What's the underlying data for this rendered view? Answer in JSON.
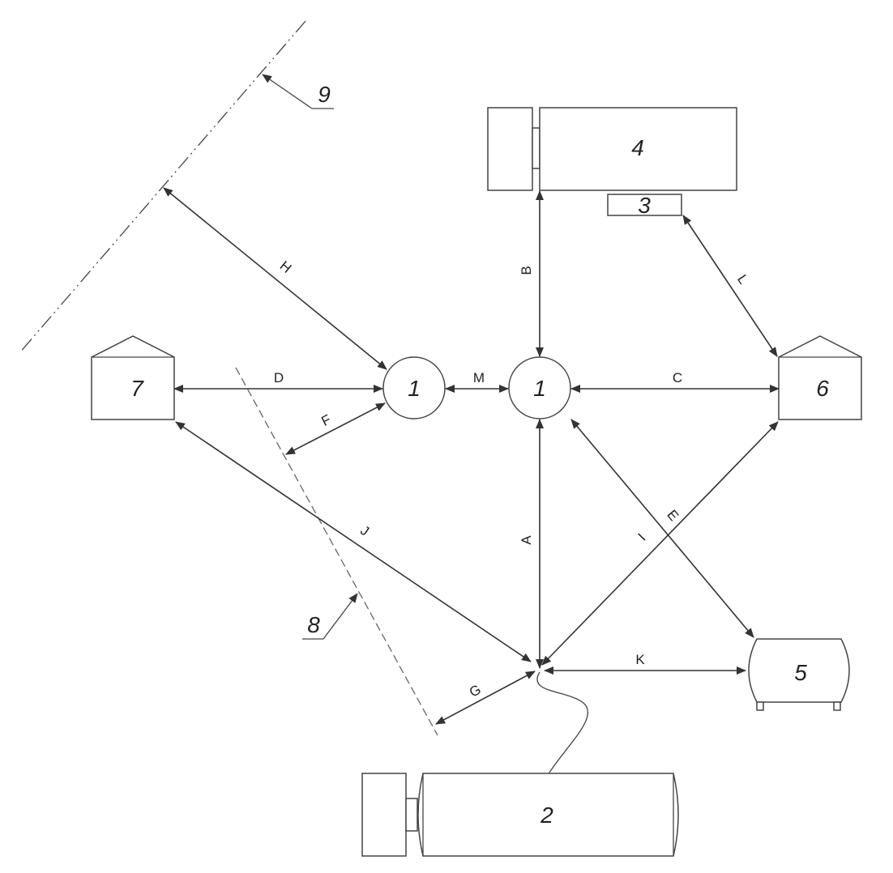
{
  "colors": {
    "line": "#333333",
    "stroke": "#444444",
    "text": "#222222",
    "background": "#ffffff"
  },
  "nodes": {
    "circle_left": "1",
    "circle_right": "1",
    "tank_bottom": "2",
    "small_rect": "3",
    "machine_top": "4",
    "tank_right": "5",
    "building_right": "6",
    "building_left": "7"
  },
  "callouts": {
    "line_8": "8",
    "line_9": "9"
  },
  "connections": {
    "A": "A",
    "B": "B",
    "C": "C",
    "D": "D",
    "E": "E",
    "F": "F",
    "G": "G",
    "H": "H",
    "I": "I",
    "J": "J",
    "K": "K",
    "L": "L",
    "M": "M"
  }
}
